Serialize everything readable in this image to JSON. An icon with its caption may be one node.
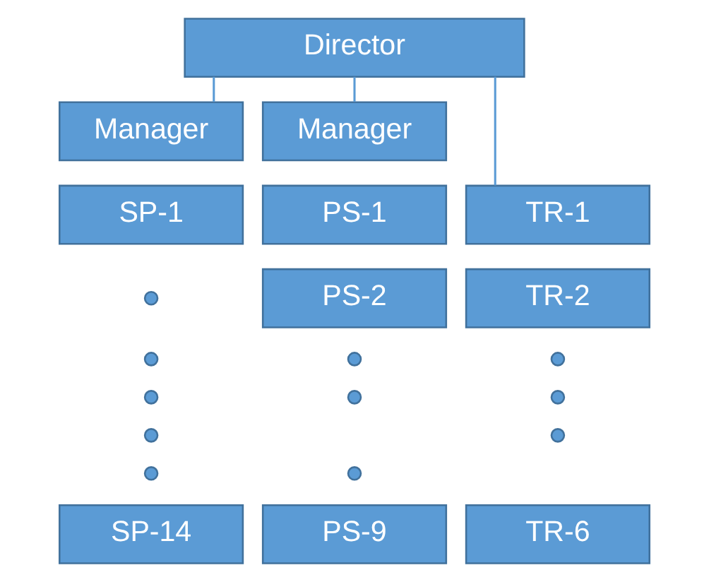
{
  "diagram": {
    "nodes": [
      {
        "text": [
          "Director"
        ]
      },
      {
        "text": [
          "Manager"
        ]
      },
      {
        "text": [
          "Manager"
        ]
      },
      {
        "text": [
          "SP-1"
        ]
      },
      {
        "text": [
          "PS-1"
        ]
      },
      {
        "text": [
          "TR-1"
        ]
      },
      {
        "text": [
          "PS-2"
        ]
      },
      {
        "text": [
          "TR-2"
        ]
      },
      {
        "text": [
          "SP-14"
        ]
      },
      {
        "text": [
          "PS-9"
        ]
      },
      {
        "text": [
          "TR-6"
        ]
      }
    ],
    "edges": [
      {
        "from": 0,
        "to": 1,
        "arrow": "none"
      },
      {
        "from": 0,
        "to": 2,
        "arrow": "none"
      },
      {
        "from": 0,
        "to": 5,
        "arrow": "none"
      }
    ]
  }
}
